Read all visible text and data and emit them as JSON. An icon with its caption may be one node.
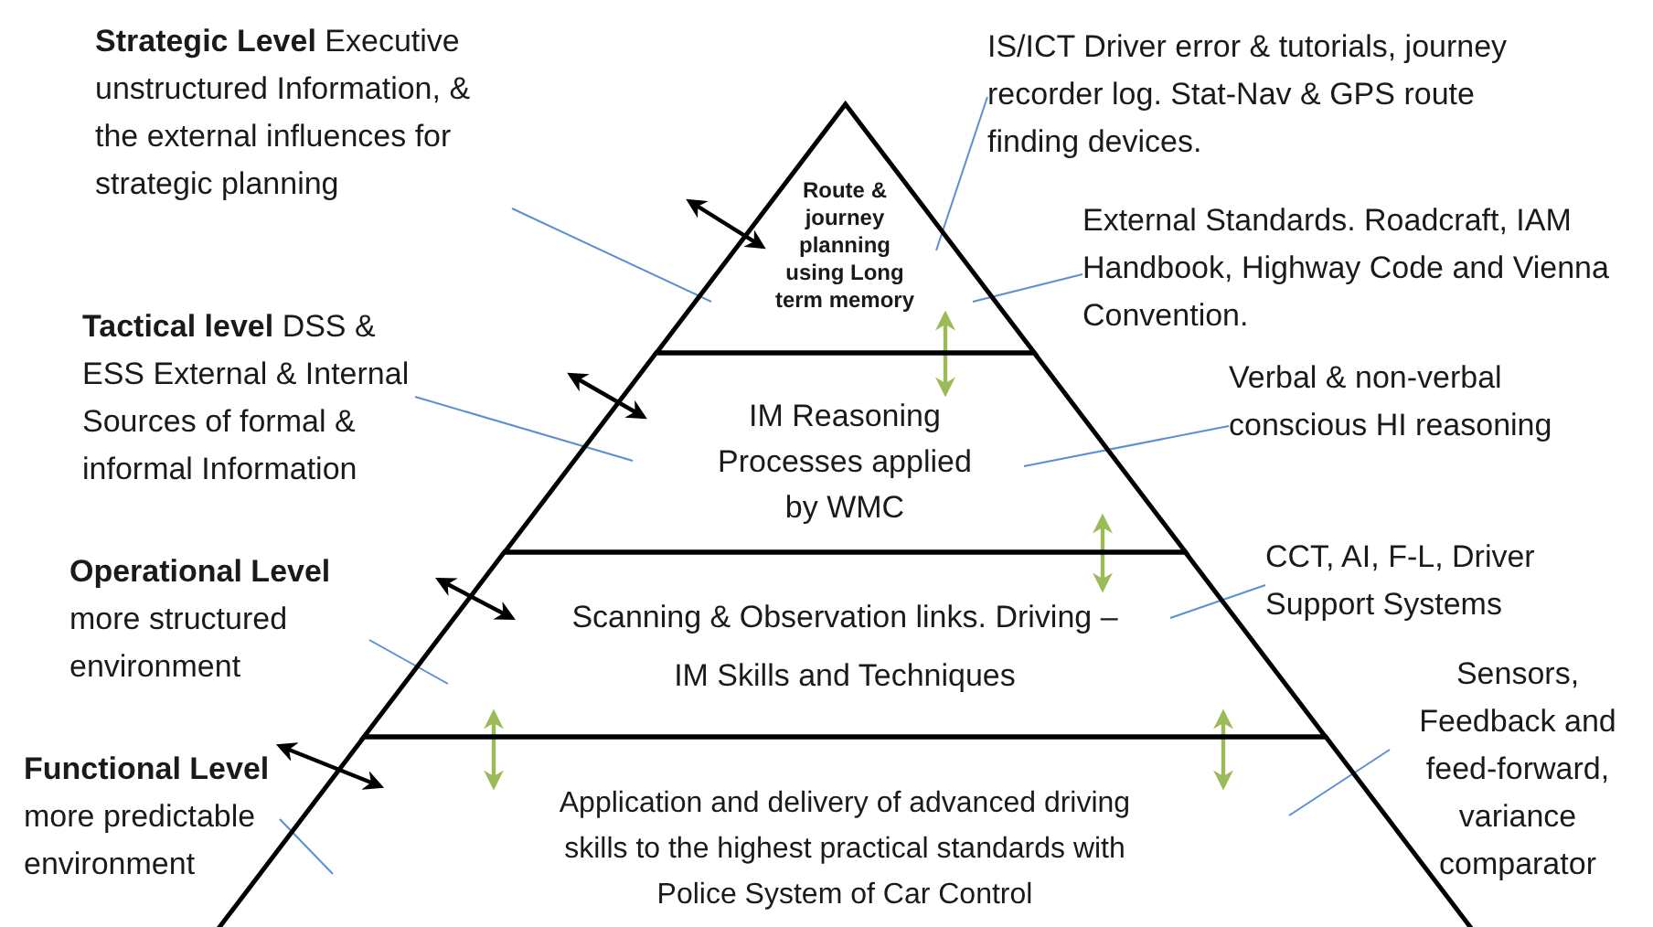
{
  "diagram": {
    "nodes": [
      {
        "text": [
          "**Strategic Level** Executive unstructured Information, & the external influences for strategic planning"
        ]
      },
      {
        "text": [
          "IS/ICT Driver error & tutorials, journey recorder log. Stat-Nav & GPS route finding devices."
        ]
      },
      {
        "text": [
          "Route & journey planning using Long term memory"
        ]
      },
      {
        "text": [
          "External Standards. Roadcraft, IAM Handbook, Highway Code and Vienna Convention."
        ]
      },
      {
        "text": [
          "**Tactical level** DSS & ESS External & Internal Sources of formal & informal Information"
        ]
      },
      {
        "text": [
          "IM Reasoning Processes applied by WMC"
        ]
      },
      {
        "text": [
          "Verbal & non-verbal conscious HI reasoning"
        ]
      },
      {
        "text": [
          "**Operational Level** more structured environment"
        ]
      },
      {
        "text": [
          "Scanning & Observation links. Driving – IM Skills and Techniques"
        ]
      },
      {
        "text": [
          "CCT, AI, F-L, Driver Support Systems"
        ]
      },
      {
        "text": [
          "**Functional Level** more predictable environment"
        ]
      },
      {
        "text": [
          "Sensors, Feedback and feed-forward, variance comparator"
        ]
      },
      {
        "text": [
          "Application and delivery of advanced driving skills to the highest practical standards with Police System of Car Control"
        ]
      }
    ],
    "edges": [
      {
        "from": 0,
        "to": 2,
        "arrow": "none"
      },
      {
        "from": 1,
        "to": 2,
        "arrow": "none"
      },
      {
        "from": 3,
        "to": 2,
        "arrow": "none"
      },
      {
        "from": 4,
        "to": 5,
        "arrow": "none"
      },
      {
        "from": 6,
        "to": 5,
        "arrow": "none"
      },
      {
        "from": 7,
        "to": 8,
        "arrow": "none"
      },
      {
        "from": 9,
        "to": 8,
        "arrow": "none"
      },
      {
        "from": 10,
        "to": 12,
        "arrow": "none"
      },
      {
        "from": 11,
        "to": 12,
        "arrow": "none"
      },
      {
        "from": null,
        "to": 2,
        "arrow": "both",
        "color": "#000000"
      },
      {
        "from": null,
        "to": 5,
        "arrow": "both",
        "color": "#000000"
      },
      {
        "from": null,
        "to": 8,
        "arrow": "both",
        "color": "#000000"
      },
      {
        "from": 10,
        "to": 12,
        "arrow": "both",
        "color": "#000000"
      },
      {
        "from": 2,
        "to": 5,
        "arrow": "both",
        "color": "#9bbb59"
      },
      {
        "from": 5,
        "to": 8,
        "arrow": "both",
        "color": "#9bbb59"
      },
      {
        "from": 8,
        "to": 12,
        "arrow": "both",
        "color": "#9bbb59"
      },
      {
        "from": 8,
        "to": 12,
        "arrow": "both",
        "color": "#9bbb59"
      }
    ]
  }
}
